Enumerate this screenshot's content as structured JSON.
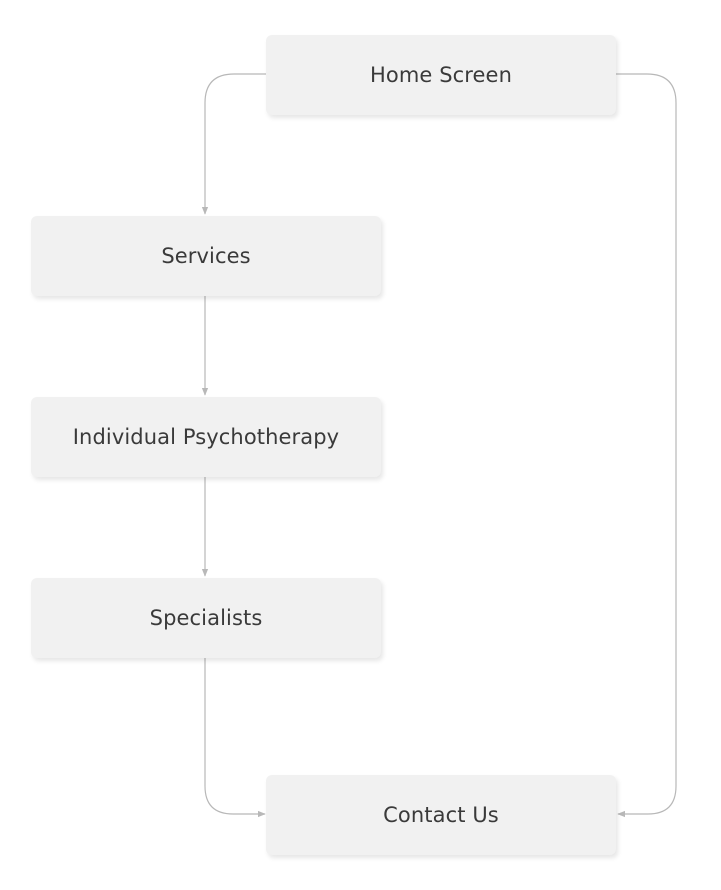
{
  "diagram": {
    "nodes": [
      {
        "id": "home",
        "label": "Home Screen"
      },
      {
        "id": "services",
        "label": "Services"
      },
      {
        "id": "individual",
        "label": "Individual Psychotherapy"
      },
      {
        "id": "specialists",
        "label": "Specialists"
      },
      {
        "id": "contact",
        "label": "Contact Us"
      }
    ],
    "edges": [
      {
        "from": "home",
        "to": "services"
      },
      {
        "from": "services",
        "to": "individual"
      },
      {
        "from": "individual",
        "to": "specialists"
      },
      {
        "from": "specialists",
        "to": "contact"
      },
      {
        "from": "home",
        "to": "contact"
      }
    ],
    "colors": {
      "node_fill": "#f1f1f1",
      "node_text": "#3a3a3a",
      "connector": "#b8b8b8"
    }
  }
}
